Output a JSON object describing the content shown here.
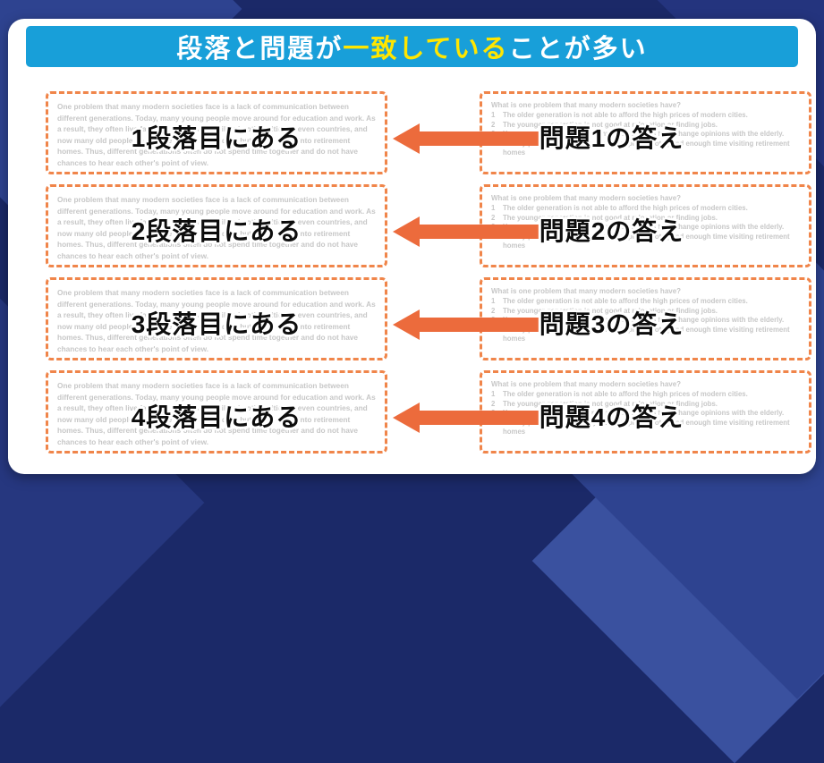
{
  "header": {
    "title_prefix": "段落と問題が",
    "title_highlight": "一致している",
    "title_suffix": "ことが多い"
  },
  "colors": {
    "background": "#1b2968",
    "header_bar": "#189fd9",
    "highlight_text": "#ffe600",
    "box_border": "#f0854a",
    "arrow": "#ec6b3c",
    "faint_text": "#c7c7c7"
  },
  "passage": "One problem that many modern societies face is a lack of communication between different generations. Today, many young people move around for education and work. As a result, they often live far away from their families in other cities or even countries, and now many old people do not live with their children but rather move into retirement homes. Thus, different generations often do not spend time together and do not have chances to hear each other's point of view.",
  "question": {
    "prompt": "What is one problem that many modern societies have?",
    "options": [
      {
        "num": "1",
        "text": "The older generation is not able to afford the high prices of modern cities."
      },
      {
        "num": "2",
        "text": "The younger generation is not good at relocation or finding jobs."
      },
      {
        "num": "3",
        "text": "Young people do not have many opportunities to exchange opinions with the elderly."
      },
      {
        "num": "4",
        "text": "Elderly people believe that young people do not spend enough time visiting retirement homes"
      }
    ]
  },
  "rows": [
    {
      "left_label": "1段落目にある",
      "right_label": "問題1の答え"
    },
    {
      "left_label": "2段落目にある",
      "right_label": "問題2の答え"
    },
    {
      "left_label": "3段落目にある",
      "right_label": "問題3の答え"
    },
    {
      "left_label": "4段落目にある",
      "right_label": "問題4の答え"
    }
  ]
}
